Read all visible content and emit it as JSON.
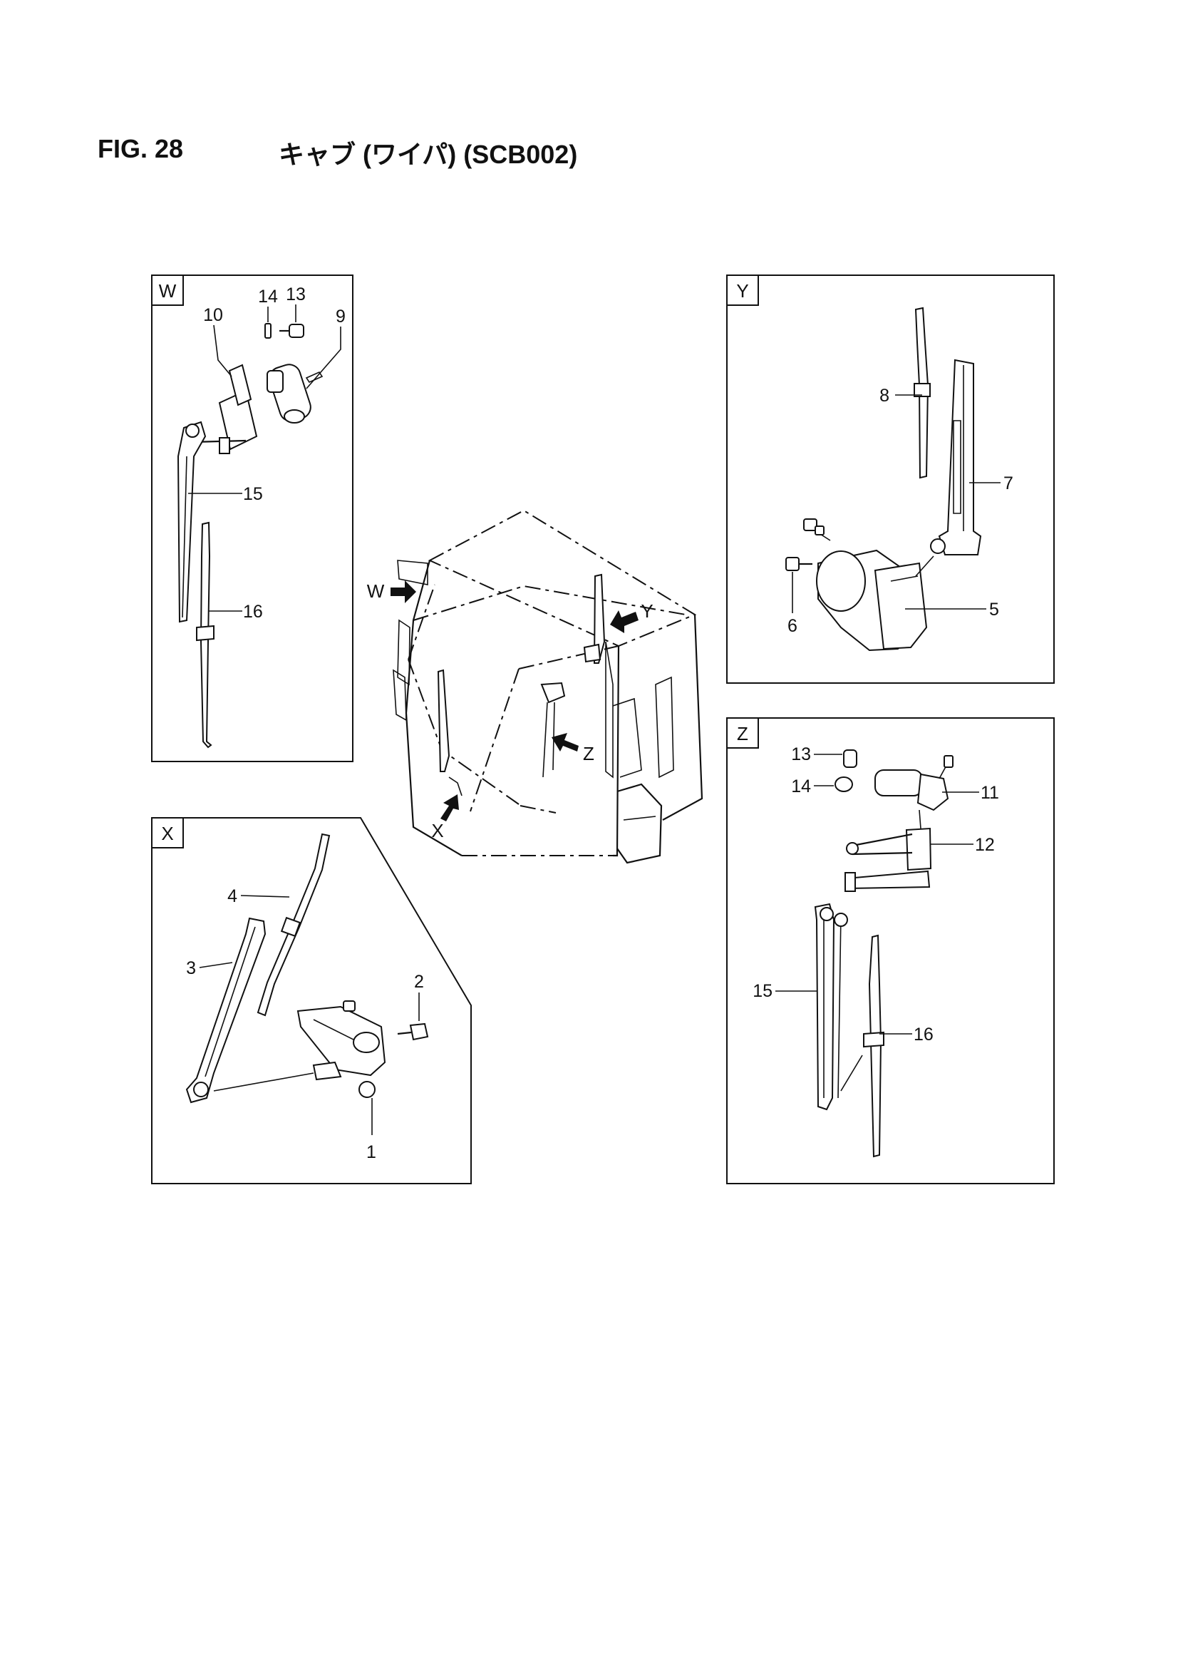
{
  "figure": {
    "number": "FIG. 28",
    "title": "キャブ (ワイパ) (SCB002)"
  },
  "views": [
    {
      "tag": "W",
      "parts": [
        "14",
        "13",
        "10",
        "9",
        "15",
        "16"
      ]
    },
    {
      "tag": "Y",
      "parts": [
        "8",
        "7",
        "6",
        "5"
      ]
    },
    {
      "tag": "X",
      "parts": [
        "4",
        "3",
        "2",
        "1"
      ]
    },
    {
      "tag": "Z",
      "parts": [
        "13",
        "14",
        "11",
        "12",
        "15",
        "16"
      ]
    }
  ],
  "cab_arrows": [
    "W",
    "Y",
    "Z",
    "X"
  ]
}
